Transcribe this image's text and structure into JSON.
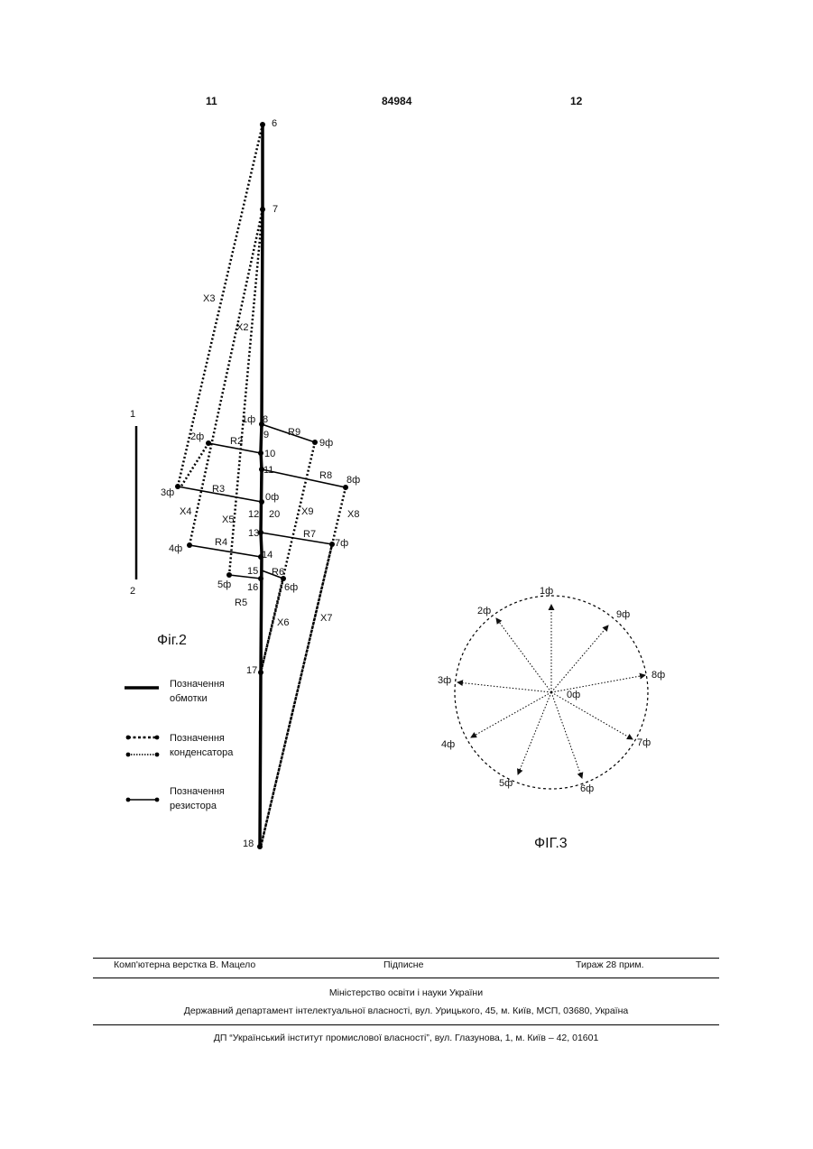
{
  "header": {
    "page_left": "11",
    "patent_number": "84984",
    "page_right": "12"
  },
  "fig2": {
    "caption": "Фіг.2",
    "scale_top": "1",
    "scale_bottom": "2",
    "nodes": {
      "n6": "6",
      "n7": "7",
      "n8": "8",
      "n9": "9",
      "n10": "10",
      "n11": "11",
      "n12": "12",
      "n20": "20",
      "n13": "13",
      "n14": "14",
      "n15": "15",
      "n16": "16",
      "n17": "17",
      "n18": "18"
    },
    "phases": {
      "p0": "0ф",
      "p1": "1ф",
      "p2": "2ф",
      "p3": "3ф",
      "p4": "4ф",
      "p5": "5ф",
      "p6": "6ф",
      "p7": "7ф",
      "p8": "8ф",
      "p9": "9ф"
    },
    "resistors": {
      "r2": "R2",
      "r3": "R3",
      "r4": "R4",
      "r5": "R5",
      "r6": "R6",
      "r7": "R7",
      "r8": "R8",
      "r9": "R9"
    },
    "capacitors": {
      "x2": "X2",
      "x3": "X3",
      "x4": "X4",
      "x5": "X5",
      "x6": "X6",
      "x7": "X7",
      "x8": "X8",
      "x9": "X9"
    },
    "legend": {
      "winding_1": "Позначення",
      "winding_2": "обмотки",
      "capacitor_1": "Позначення",
      "capacitor_2": "конденсатора",
      "resistor_1": "Позначення",
      "resistor_2": "резистора"
    }
  },
  "fig3": {
    "caption": "ФІГ.3",
    "center": "0ф",
    "phases": {
      "p1": "1ф",
      "p2": "2ф",
      "p3": "3ф",
      "p4": "4ф",
      "p5": "5ф",
      "p6": "6ф",
      "p7": "7ф",
      "p8": "8ф",
      "p9": "9ф"
    }
  },
  "footer": {
    "layout_by": "Комп'ютерна верстка В. Мацело",
    "signed": "Підписне",
    "circulation": "Тираж 28 прим.",
    "ministry": "Міністерство освіти і науки України",
    "department": "Державний департамент інтелектуальної власності, вул. Урицького, 45, м. Київ, МСП, 03680, Україна",
    "institute": "ДП “Український інститут промислової власності”, вул. Глазунова, 1, м. Київ – 42, 01601"
  }
}
